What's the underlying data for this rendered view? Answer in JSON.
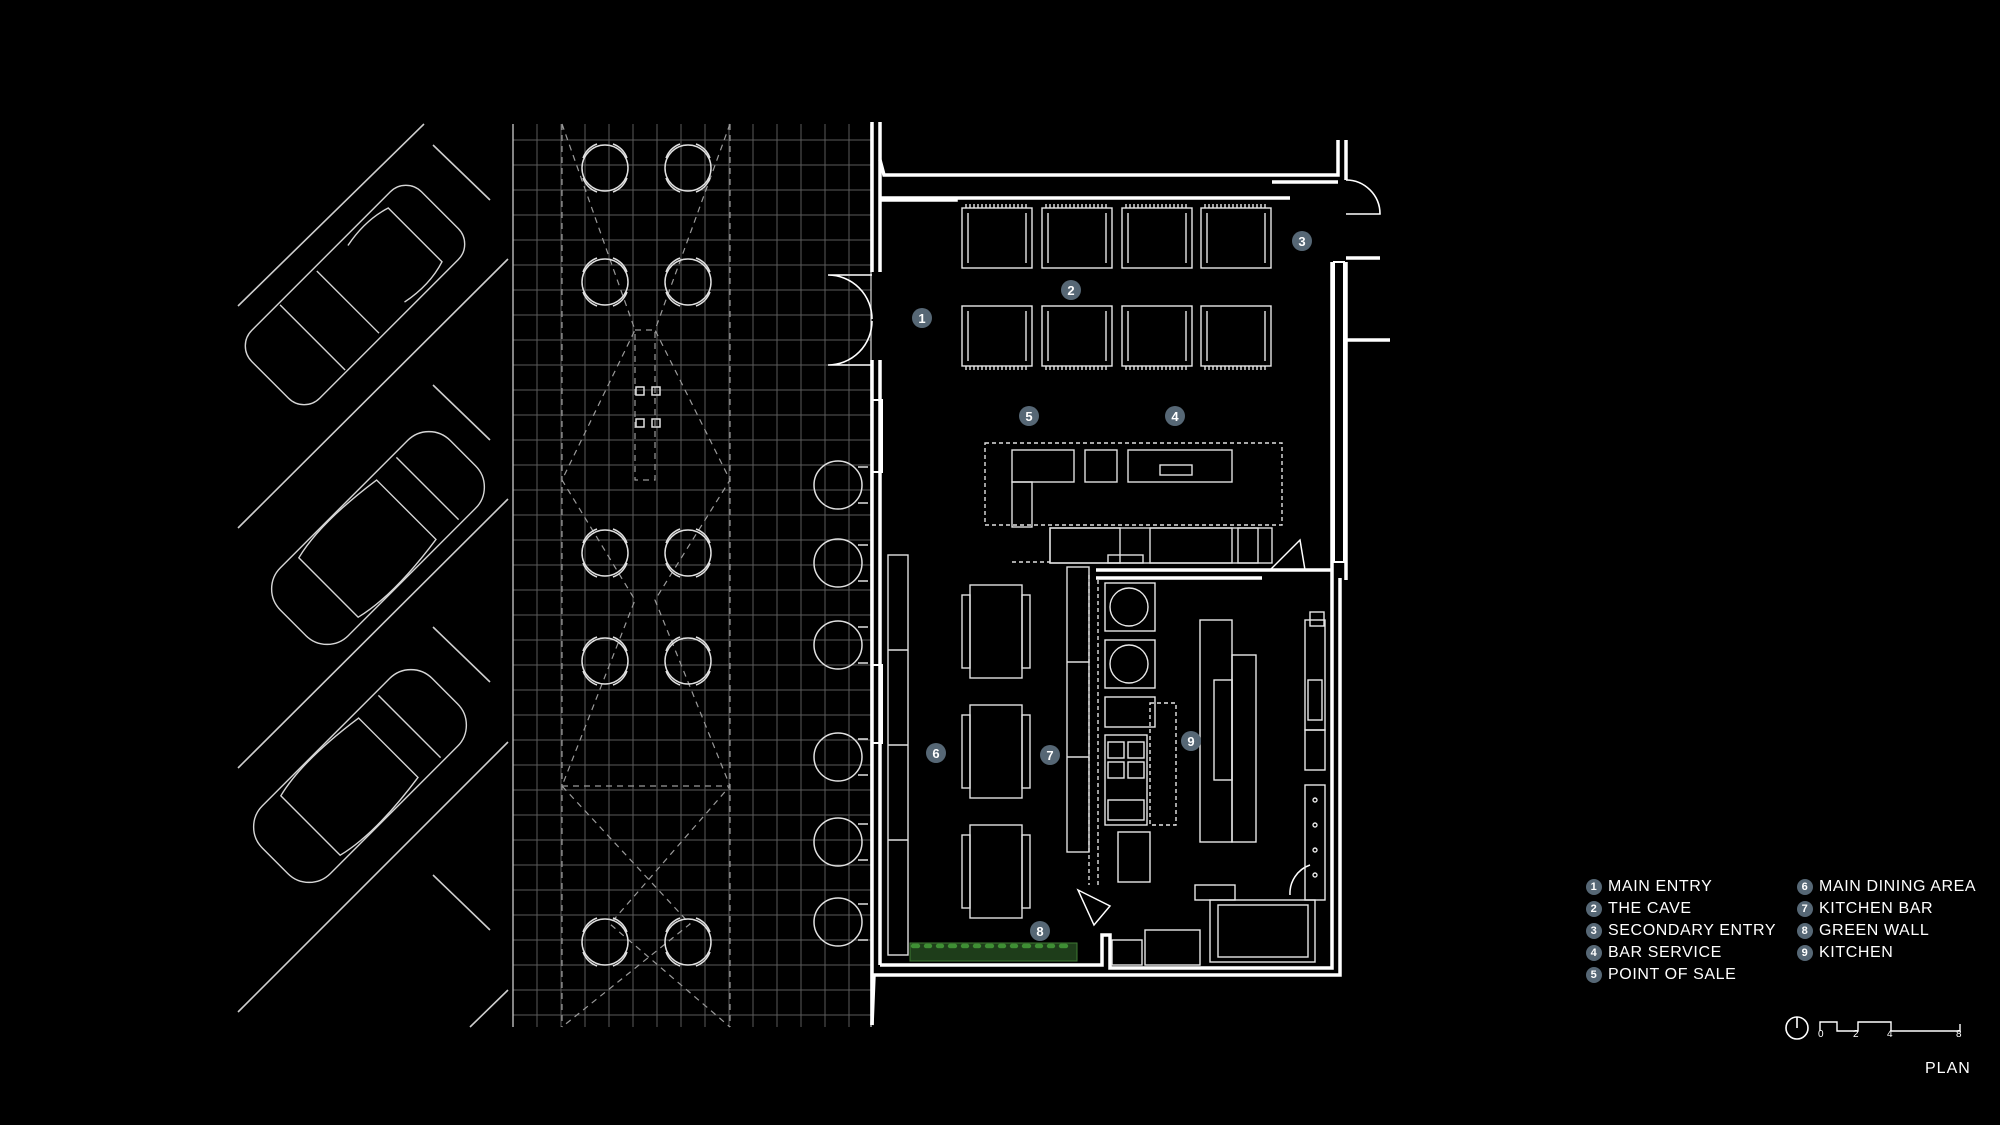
{
  "markers": [
    {
      "num": "1",
      "label": "MAIN ENTRY"
    },
    {
      "num": "2",
      "label": "THE CAVE"
    },
    {
      "num": "3",
      "label": "SECONDARY ENTRY"
    },
    {
      "num": "4",
      "label": "BAR SERVICE"
    },
    {
      "num": "5",
      "label": "POINT OF SALE"
    },
    {
      "num": "6",
      "label": "MAIN DINING AREA"
    },
    {
      "num": "7",
      "label": "KITCHEN BAR"
    },
    {
      "num": "8",
      "label": "GREEN WALL"
    },
    {
      "num": "9",
      "label": "KITCHEN"
    }
  ],
  "scale": {
    "ticks": [
      "0",
      "2",
      "4",
      "8"
    ]
  },
  "plan_label": "PLAN",
  "colors": {
    "background": "#000000",
    "line": "#ffffff",
    "marker": "#566775",
    "green_wall": "#2f6b2a"
  },
  "icons": {
    "north_arrow": "north-arrow-icon"
  }
}
